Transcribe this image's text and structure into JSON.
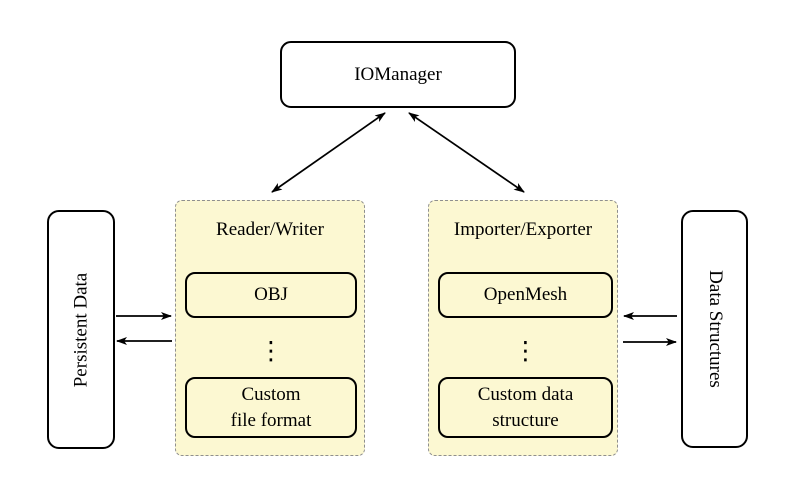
{
  "colors": {
    "background": "#ffffff",
    "group_fill": "#fcf8d2",
    "group_border": "#8f8f8f",
    "node_border": "#000000",
    "node_fill": "#ffffff",
    "text": "#000000"
  },
  "nodes": {
    "iomanager": {
      "label": "IOManager"
    },
    "persistent_data": {
      "label": "Persistent Data"
    },
    "data_structures": {
      "label": "Data Structures"
    }
  },
  "containers": {
    "reader_writer": {
      "header": "Reader/Writer",
      "top_item": "OBJ",
      "ellipsis": "⋮",
      "bottom_item_line1": "Custom",
      "bottom_item_line2": "file format"
    },
    "importer_exporter": {
      "header": "Importer/Exporter",
      "top_item": "OpenMesh",
      "ellipsis": "⋮",
      "bottom_item_line1": "Custom data",
      "bottom_item_line2": "structure"
    }
  }
}
